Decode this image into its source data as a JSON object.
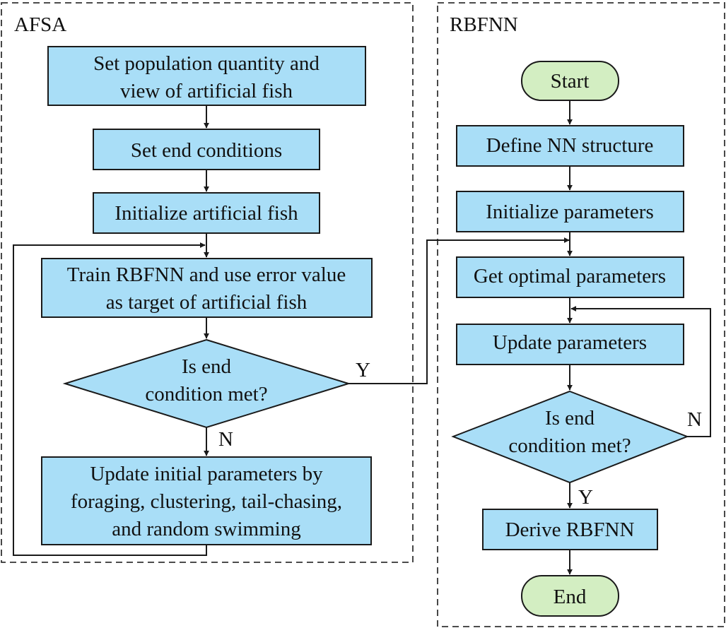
{
  "colors": {
    "process_fill": "#a9def7",
    "terminal_fill": "#d3eec2",
    "stroke": "#1a1a1a"
  },
  "afsa": {
    "title": "AFSA",
    "set_population": {
      "line1": "Set population quantity and",
      "line2": "view of artificial fish"
    },
    "set_end": {
      "line1": "Set end conditions"
    },
    "init_fish": {
      "line1": "Initialize artificial fish"
    },
    "train": {
      "line1": "Train RBFNN and use error value",
      "line2": "as target of artificial fish"
    },
    "decision": {
      "line1": "Is end",
      "line2": "condition met?"
    },
    "update": {
      "line1": "Update initial parameters by",
      "line2": "foraging, clustering, tail-chasing,",
      "line3": "and random swimming"
    },
    "label_yes": "Y",
    "label_no": "N"
  },
  "rbfnn": {
    "title": "RBFNN",
    "start": {
      "line1": "Start"
    },
    "define": {
      "line1": "Define NN structure"
    },
    "init_params": {
      "line1": "Initialize parameters"
    },
    "get_optimal": {
      "line1": "Get optimal parameters"
    },
    "update_params": {
      "line1": "Update parameters"
    },
    "decision": {
      "line1": "Is end",
      "line2": "condition met?"
    },
    "derive": {
      "line1": "Derive RBFNN"
    },
    "end": {
      "line1": "End"
    },
    "label_no": "N",
    "label_yes": "Y"
  }
}
